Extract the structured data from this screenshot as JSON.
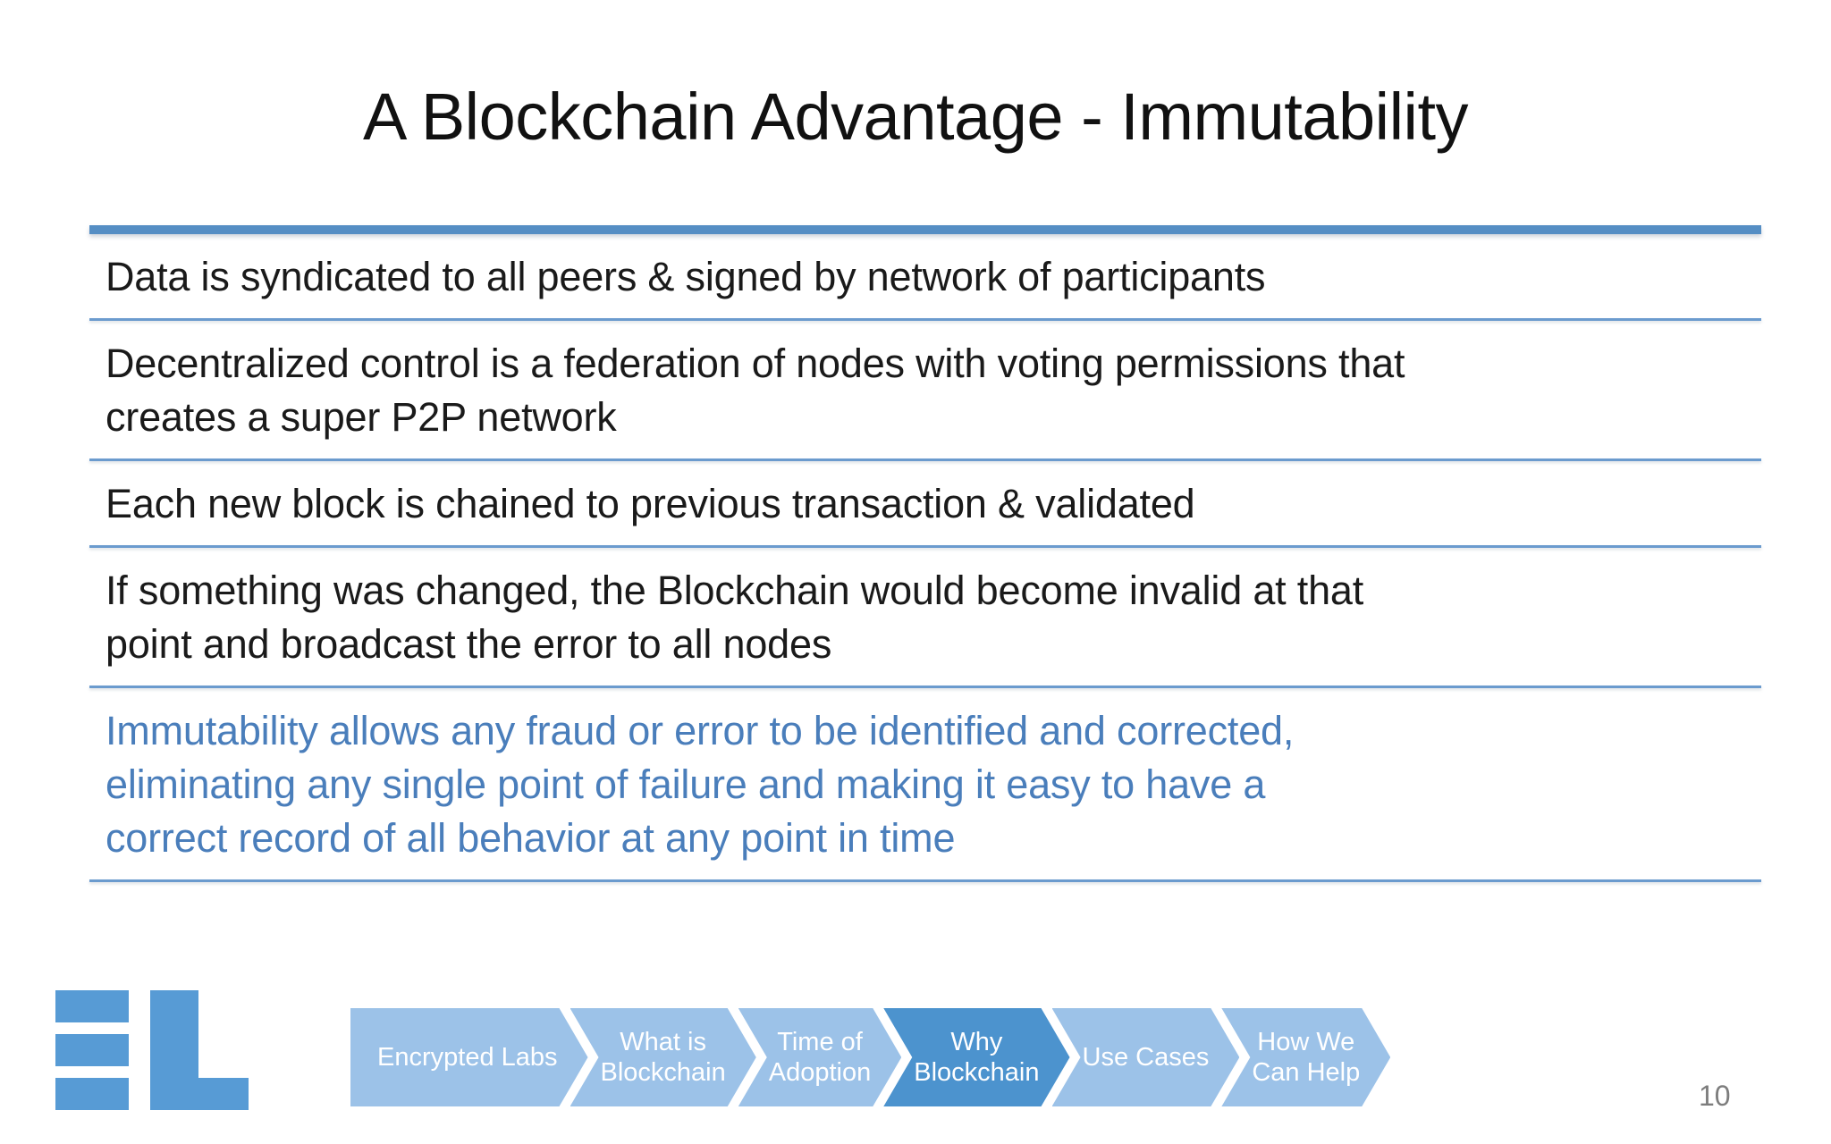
{
  "slide": {
    "title": "A Blockchain Advantage - Immutability",
    "page_number": "10"
  },
  "bullets": [
    {
      "id": "bullet-data-syndicated",
      "accent": false,
      "lines": [
        "Data is syndicated to all peers & signed by network of participants"
      ]
    },
    {
      "id": "bullet-decentralized-control",
      "accent": false,
      "lines": [
        "Decentralized control is a federation of nodes with voting permissions that",
        "creates a super P2P network"
      ]
    },
    {
      "id": "bullet-each-new-block",
      "accent": false,
      "lines": [
        "Each new block is chained to previous transaction & validated"
      ]
    },
    {
      "id": "bullet-if-something-changed",
      "accent": false,
      "lines": [
        "If something was changed, the Blockchain would become invalid at that",
        "point and broadcast the error to all nodes"
      ]
    },
    {
      "id": "bullet-immutability-summary",
      "accent": true,
      "lines": [
        "Immutability allows any fraud or error to be identified and corrected,",
        "eliminating any single point of failure and making it easy to have a",
        "correct record of all behavior at any point in time"
      ]
    }
  ],
  "nav": {
    "items": [
      {
        "label_lines": [
          "Encrypted Labs"
        ],
        "active": false
      },
      {
        "label_lines": [
          "What is",
          "Blockchain"
        ],
        "active": false
      },
      {
        "label_lines": [
          "Time of",
          "Adoption"
        ],
        "active": false
      },
      {
        "label_lines": [
          "Why",
          "Blockchain"
        ],
        "active": true
      },
      {
        "label_lines": [
          "Use Cases"
        ],
        "active": false
      },
      {
        "label_lines": [
          "How We",
          "Can Help"
        ],
        "active": false
      }
    ]
  },
  "logo": {
    "name": "encrypted-labs-logo",
    "color": "#579BD5"
  },
  "colors": {
    "accent_text": "#4A7EBB",
    "rule": "#5B92C8",
    "chevron_inactive": "#9CC2E8",
    "chevron_active": "#4C93CE",
    "title_text": "#111111",
    "page_number_text": "#7D7D7D"
  }
}
